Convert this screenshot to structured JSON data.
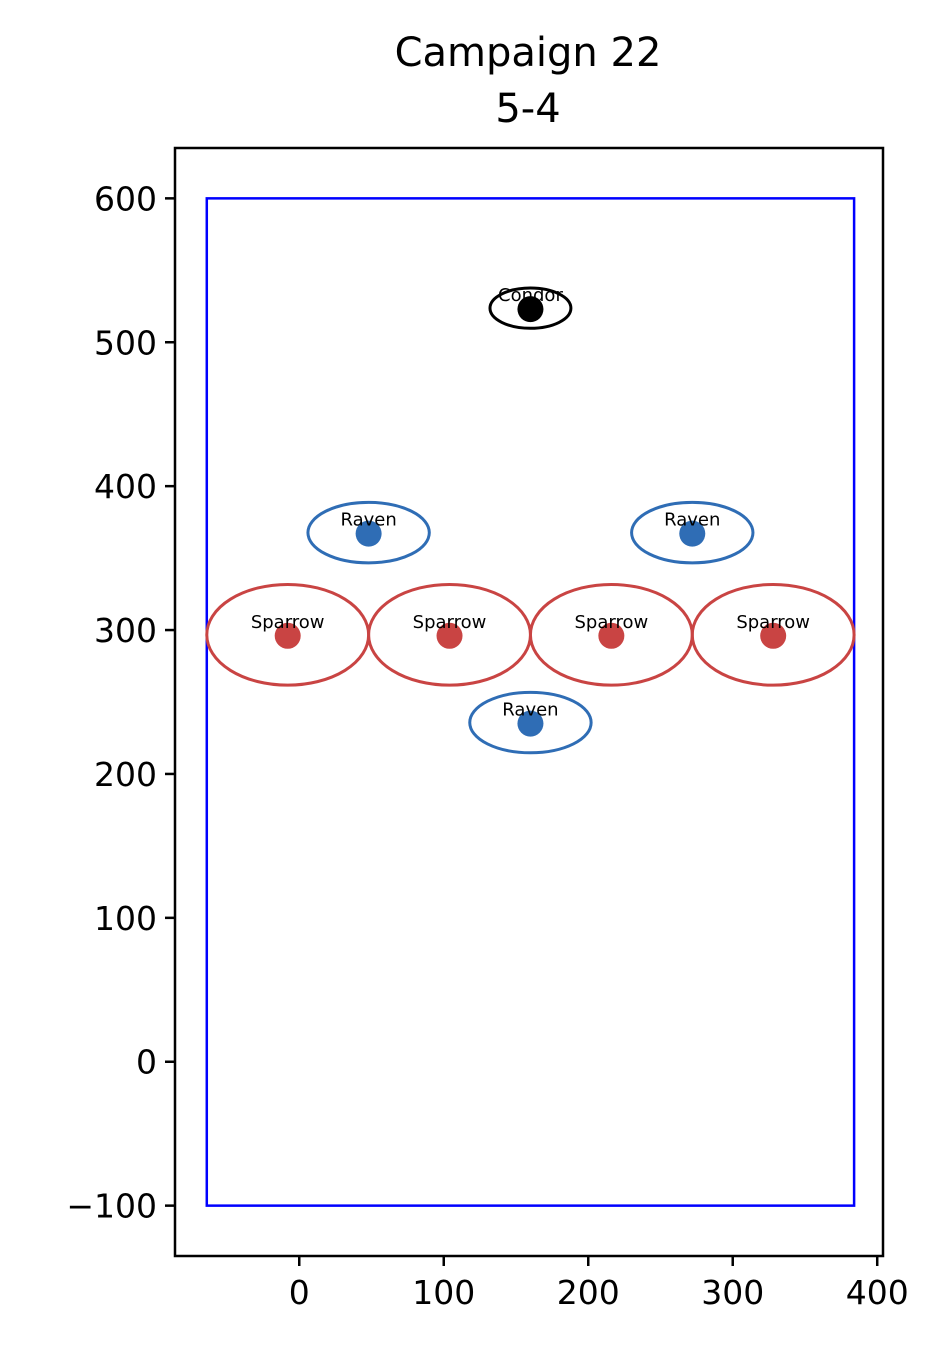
{
  "chart_data": {
    "type": "scatter",
    "title": "Campaign 22",
    "subtitle": "5-4",
    "xlabel": "",
    "ylabel": "",
    "xlim": [
      -86,
      404
    ],
    "ylim": [
      -135,
      635
    ],
    "x_ticks": [
      0,
      100,
      200,
      300,
      400
    ],
    "y_ticks": [
      600,
      500,
      400,
      300,
      200,
      100,
      0,
      -100
    ],
    "x_tick_labels": [
      "0",
      "100",
      "200",
      "300",
      "400"
    ],
    "y_tick_labels": [
      "600",
      "500",
      "400",
      "300",
      "200",
      "100",
      "0",
      "−100"
    ],
    "grid": false,
    "field": {
      "x_min": -64,
      "x_max": 384,
      "y_min": -100,
      "y_max": 600,
      "color": "#0000ff"
    },
    "units": [
      {
        "label": "Condor",
        "x": 160,
        "y": 523,
        "rx": 28,
        "ry": 14,
        "color": "#000000"
      },
      {
        "label": "Raven",
        "x": 48,
        "y": 367,
        "rx": 42,
        "ry": 21,
        "color": "#2f6db5"
      },
      {
        "label": "Raven",
        "x": 272,
        "y": 367,
        "rx": 42,
        "ry": 21,
        "color": "#2f6db5"
      },
      {
        "label": "Sparrow",
        "x": -8,
        "y": 296,
        "rx": 56,
        "ry": 35,
        "color": "#c94443"
      },
      {
        "label": "Sparrow",
        "x": 104,
        "y": 296,
        "rx": 56,
        "ry": 35,
        "color": "#c94443"
      },
      {
        "label": "Sparrow",
        "x": 216,
        "y": 296,
        "rx": 56,
        "ry": 35,
        "color": "#c94443"
      },
      {
        "label": "Sparrow",
        "x": 328,
        "y": 296,
        "rx": 56,
        "ry": 35,
        "color": "#c94443"
      },
      {
        "label": "Raven",
        "x": 160,
        "y": 235,
        "rx": 42,
        "ry": 21,
        "color": "#2f6db5"
      }
    ]
  }
}
